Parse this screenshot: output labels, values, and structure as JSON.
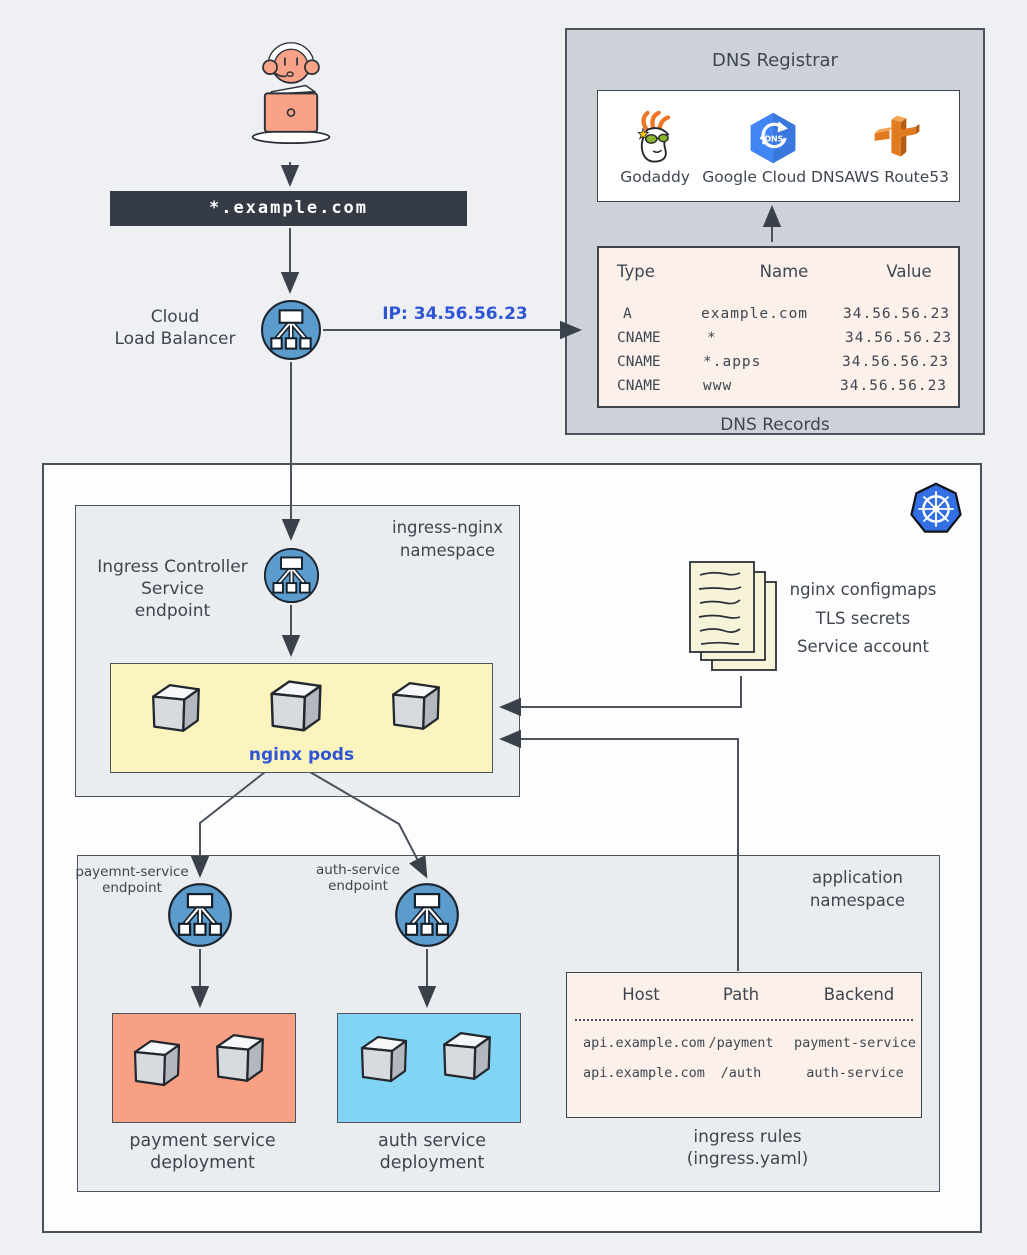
{
  "colors": {
    "background": "#eef0f4",
    "banner_bg": "#343b45",
    "node_blue": "#5b9ccc",
    "pods_yellow": "#fbf4bf",
    "payment_salmon": "#f8a084",
    "auth_blue": "#82d4f5",
    "table_cream": "#fcf1ea",
    "registrar_gray": "#cdd2d9",
    "accent_text_blue": "#2f55d4",
    "kubernetes_blue": "#3470e4",
    "gcp_blue": "#4286f5",
    "aws_orange": "#e07b1f"
  },
  "banner": {
    "text": "*.example.com"
  },
  "load_balancer": {
    "label": [
      "Cloud",
      "Load Balancer"
    ],
    "ip": "IP: 34.56.56.23"
  },
  "dns_registrar": {
    "title": "DNS Registrar",
    "providers": [
      {
        "name": "Godaddy",
        "icon": "godaddy-icon"
      },
      {
        "name": "Google Cloud DNS",
        "icon": "google-cloud-dns-icon",
        "icon_text": "DNS"
      },
      {
        "name": "AWS Route53",
        "icon": "aws-route53-icon"
      }
    ],
    "records": {
      "caption": "DNS Records",
      "headers": [
        "Type",
        "Name",
        "Value"
      ],
      "rows": [
        {
          "type": "A",
          "name": "example.com",
          "value": "34.56.56.23"
        },
        {
          "type": "CNAME",
          "name": "*",
          "value": "34.56.56.23"
        },
        {
          "type": "CNAME",
          "name": "*.apps",
          "value": "34.56.56.23"
        },
        {
          "type": "CNAME",
          "name": "www",
          "value": "34.56.56.23"
        }
      ]
    }
  },
  "cluster": {
    "ingress_namespace": {
      "label": [
        "ingress-nginx",
        "namespace"
      ],
      "controller_label": [
        "Ingress Controller",
        "Service",
        "endpoint"
      ],
      "pods_label": "nginx pods"
    },
    "configs_label": [
      "nginx configmaps",
      "TLS secrets",
      "Service account"
    ],
    "app_namespace": {
      "label": [
        "application",
        "namespace"
      ],
      "payment_endpoint_label": [
        "payemnt-service",
        "endpoint"
      ],
      "auth_endpoint_label": [
        "auth-service",
        "endpoint"
      ],
      "payment_deployment_label": [
        "payment service",
        "deployment"
      ],
      "auth_deployment_label": [
        "auth service",
        "deployment"
      ],
      "ingress_rules": {
        "headers": [
          "Host",
          "Path",
          "Backend"
        ],
        "rows": [
          {
            "host": "api.example.com",
            "path": "/payment",
            "backend": "payment-service"
          },
          {
            "host": "api.example.com",
            "path": "/auth",
            "backend": "auth-service"
          }
        ],
        "caption": [
          "ingress rules",
          "(ingress.yaml)"
        ]
      }
    }
  }
}
